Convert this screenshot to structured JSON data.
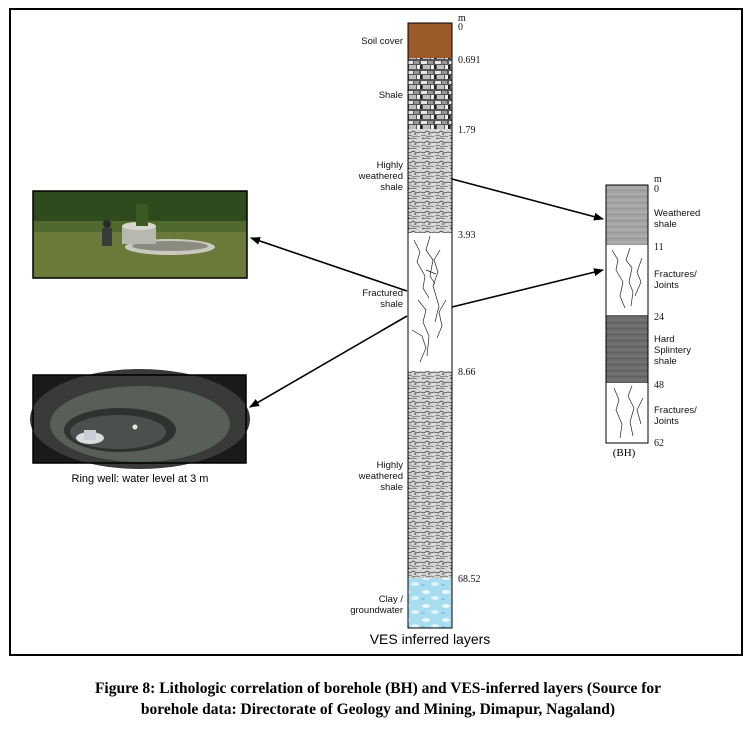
{
  "ves": {
    "unit": "m",
    "title": "VES inferred layers",
    "depths": [
      "0",
      "0.691",
      "1.79",
      "3.93",
      "8.66",
      "68.52"
    ],
    "layers": [
      "Soil cover",
      "Shale",
      "Highly weathered shale",
      "Fractured shale",
      "Highly weathered shale",
      "Clay / groundwater"
    ]
  },
  "bh": {
    "unit": "m",
    "title": "(BH)",
    "depths": [
      "0",
      "11",
      "24",
      "48",
      "62"
    ],
    "layers": [
      "Weathered shale",
      "Fractures/ Joints",
      "Hard Splintery shale",
      "Fractures/ Joints"
    ]
  },
  "photos": {
    "well_caption": "Ring well: water level at 3 m"
  },
  "colors": {
    "soil": "#9c5a28",
    "groundwater": "#9ed8ee",
    "weathered": "#9a9a9a",
    "hard_shale": "#6a6a6a"
  },
  "caption": {
    "line1": "Figure 8: Lithologic correlation of borehole (BH) and VES-inferred layers (Source for",
    "line2": "borehole data: Directorate of Geology and Mining, Dimapur, Nagaland)"
  }
}
